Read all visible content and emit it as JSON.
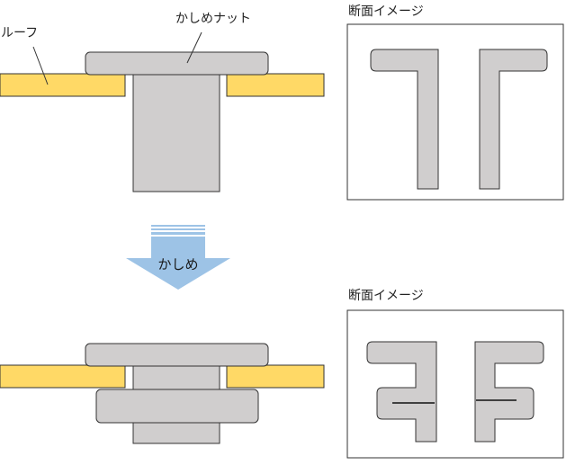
{
  "labels": {
    "roof": "ルーフ",
    "nut": "かしめナット",
    "section_before": "断面イメージ",
    "section_after": "断面イメージ",
    "arrow": "かしめ"
  },
  "colors": {
    "roof": "#ffd966",
    "nut": "#d0cece",
    "arrow": "#9dc3e6",
    "outline": "#333333"
  }
}
